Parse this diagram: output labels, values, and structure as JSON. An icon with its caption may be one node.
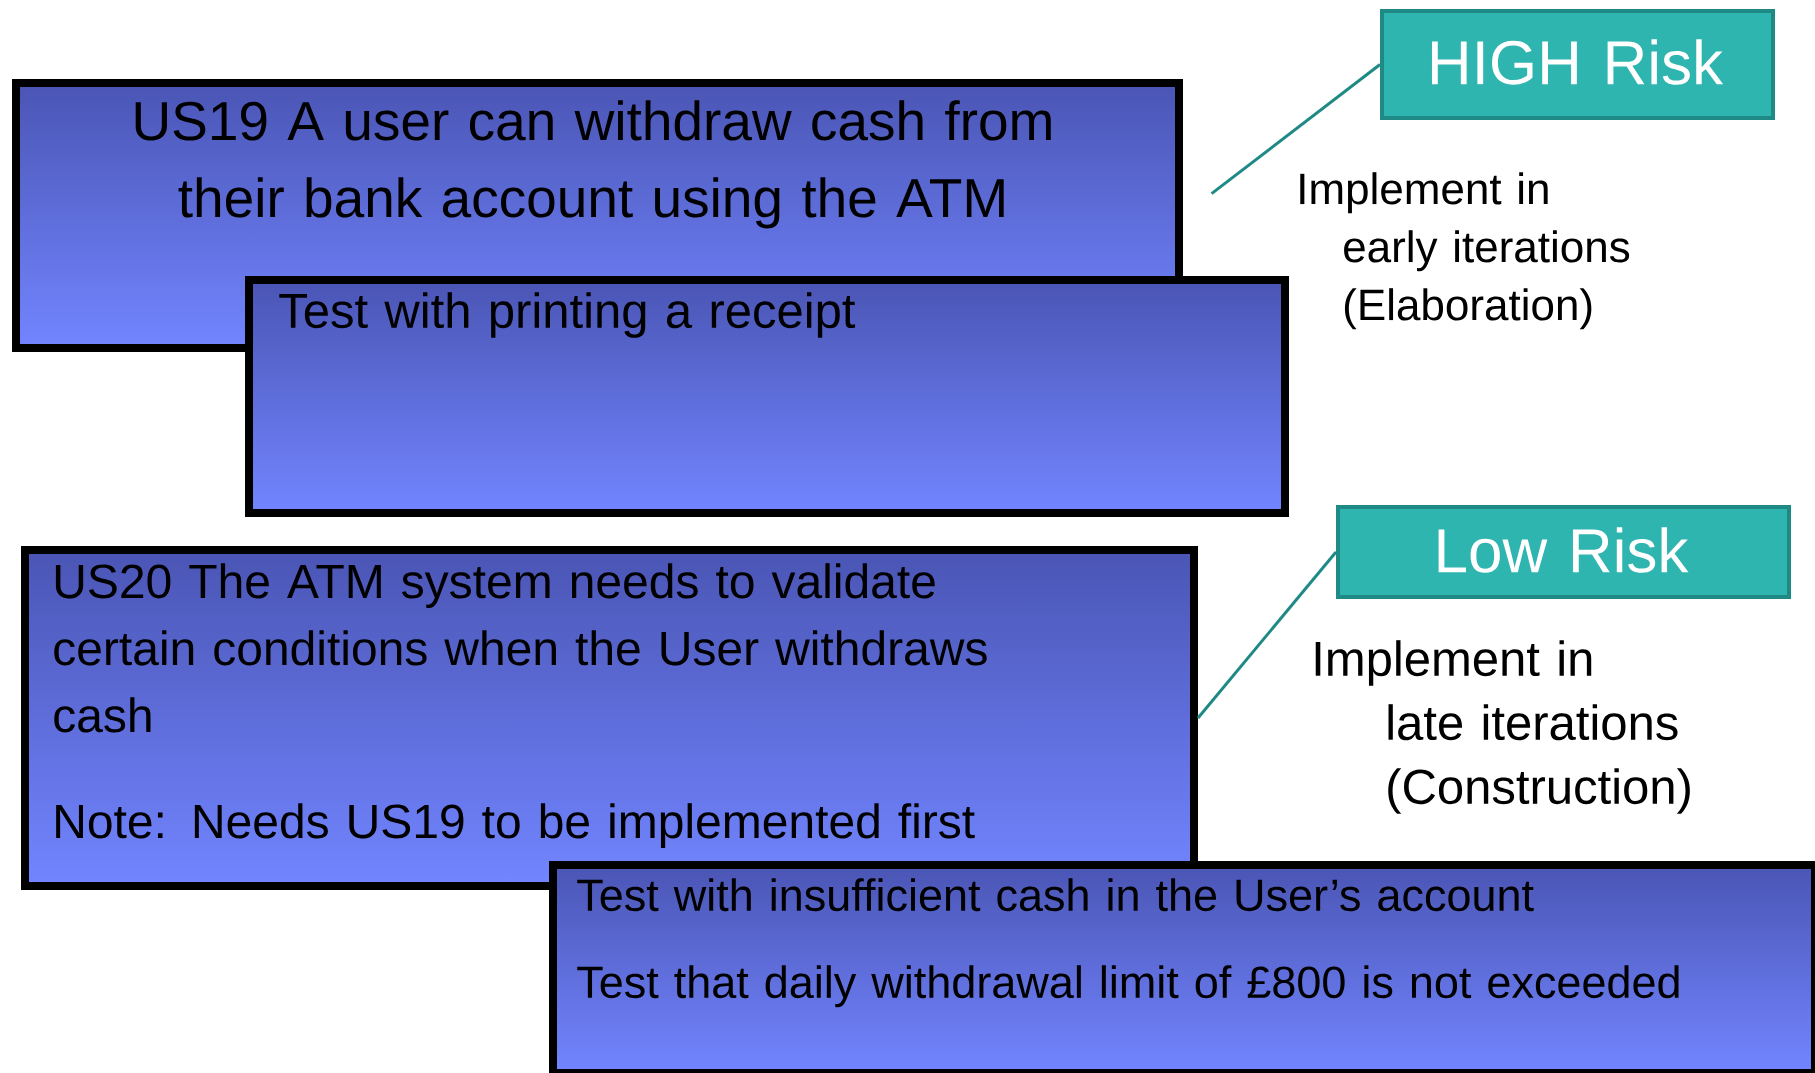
{
  "diagram": {
    "nodes": [
      {
        "text": [
          "HIGH Risk"
        ]
      },
      {
        "text": [
          "US19 A user can withdraw cash from their bank account using the ATM"
        ]
      },
      {
        "text": [
          "Test with printing a receipt"
        ]
      },
      {
        "text": [
          "Low Risk"
        ]
      },
      {
        "text": [
          "US20 The ATM system needs to validate certain conditions when the User withdraws cash",
          "Note:  Needs US19 to be implemented first"
        ]
      },
      {
        "text": [
          "Test with insufficient cash in the User’s account",
          "Test that daily withdrawal limit of £800 is not exceeded"
        ]
      }
    ],
    "edges": [
      {
        "from": 0,
        "to": 1,
        "arrow": "none"
      },
      {
        "from": 3,
        "to": 4,
        "arrow": "none"
      }
    ],
    "labels": [
      "Implement in early iterations (Elaboration)",
      "Implement in late iterations (Construction)"
    ]
  }
}
